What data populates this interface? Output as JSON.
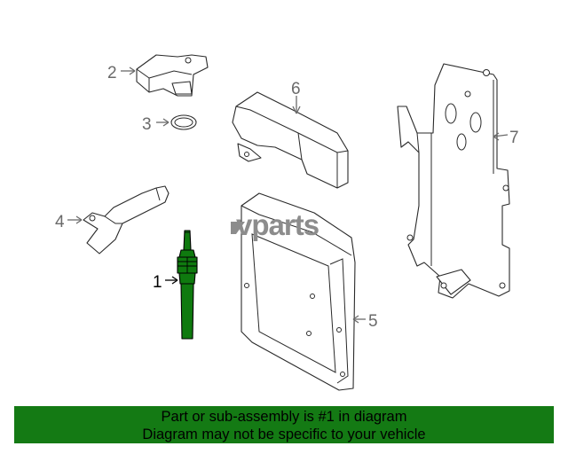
{
  "callouts": {
    "c1": "1",
    "c2": "2",
    "c3": "3",
    "c4": "4",
    "c5": "5",
    "c6": "6",
    "c7": "7"
  },
  "watermark": "vparts",
  "colors": {
    "highlight": "#0f7a0f",
    "banner": "#147a14",
    "callout": "#6a6a6a"
  },
  "banner": {
    "line1": "Part or sub-assembly is #1 in diagram",
    "line2": "Diagram may not be specific to your vehicle"
  }
}
